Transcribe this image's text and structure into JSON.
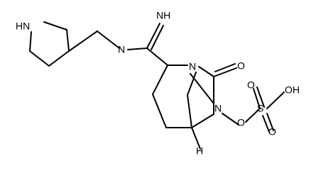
{
  "molecule": {
    "atoms": {
      "pyrrolidine_nh": "HN",
      "amidine_imine_nh": "NH",
      "amidine_n": "N",
      "bridgehead_n": "N",
      "carbonyl_o": "O",
      "ring_n": "N",
      "ester_o": "O",
      "sulfur": "S",
      "sulfonyl_o_top": "O",
      "sulfonyl_o_bottom": "O",
      "sulfonic_oh": "OH",
      "bridgehead_h": "H"
    }
  }
}
